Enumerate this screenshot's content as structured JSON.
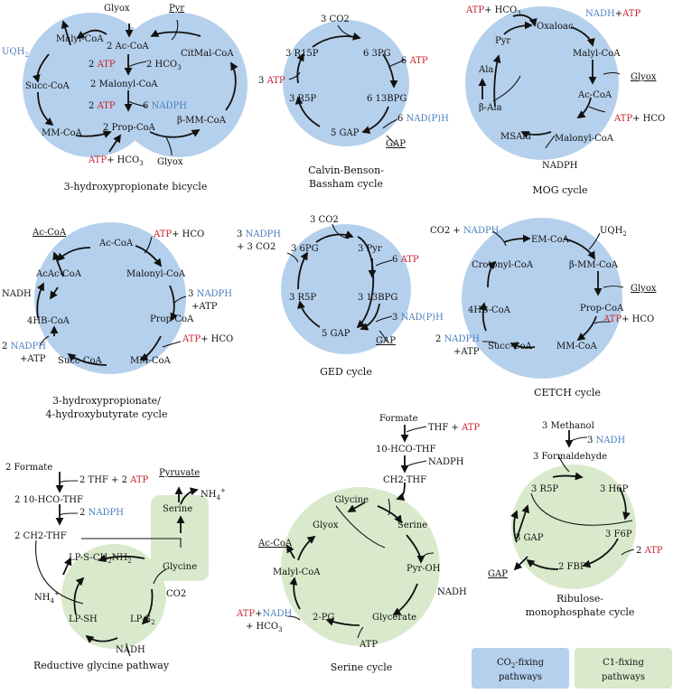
{
  "colors": {
    "co2": "#b5d0ec",
    "c1": "#d9eacc",
    "blue": "#4a7fbf",
    "red": "#c8202a"
  },
  "hp": {
    "title": "3-hydroxypropionate bicycle",
    "glyox_top": "Glyox",
    "pyr": "Pyr",
    "uqh": "UQH",
    "uqh_sub": "2",
    "malyl": "Malyl-CoA",
    "acoa": "2 Ac-CoA",
    "citmal": "CitMal-CoA",
    "atp1": "ATP",
    "n2": "2",
    "hco3_1": "2 HCO",
    "hco3_sub": "3",
    "succ": "Succ-CoA",
    "malonyl": "2 Malonyl-CoA",
    "atp2": "ATP",
    "n6": "6",
    "nadph": "NADPH",
    "mm": "MM-CoA",
    "prop": "2 Prop-CoA",
    "bmm": "β-MM-CoA",
    "atp3": "ATP",
    "hco3_2": "+ HCO",
    "glyox_bot": "Glyox"
  },
  "cbb": {
    "title1": "Calvin-Benson-",
    "title2": "Bassham cycle",
    "co2": "3 CO2",
    "r15p": "3 R15P",
    "pg3": "6 3PG",
    "n3": "3",
    "atp_l": "ATP",
    "n6a": "6",
    "atp_r": "ATP",
    "r5p": "3 R5P",
    "bpg": "6 13BPG",
    "n6b": "6",
    "nadph": "NAD(P)H",
    "gap5": "5 GAP",
    "gap": "GAP"
  },
  "mog": {
    "title": "MOG cycle",
    "atp1": "ATP",
    "hco3": "+ HCO",
    "oxaloac": "Oxaloac",
    "nadh": "NADH",
    "plus": "+",
    "atp2": "ATP",
    "pyr": "Pyr",
    "malyl": "Malyl-CoA",
    "ala": "Ala",
    "glyox": "Glyox",
    "bala": "β-Ala",
    "accoa": "Ac-CoA",
    "atp3": "ATP",
    "hco3_2": "+ HCO",
    "msald": "MSAld",
    "malonyl": "Malonyl-CoA",
    "nadph": "NADPH"
  },
  "hphb": {
    "title1": "3-hydroxypropionate/",
    "title2": "4-hydroxybutyrate cycle",
    "accoa_out": "Ac-CoA",
    "accoa": "Ac-CoA",
    "atp1": "ATP",
    "hco3_1": "+ HCO",
    "acac": "AcAc-CoA",
    "malonyl": "Malonyl-CoA",
    "nadh": "NADH",
    "n3": "3",
    "nadph1": "NADPH",
    "atp2": "+ATP",
    "hb": "4HB-CoA",
    "prop": "Prop-CoA",
    "n2": "2",
    "nadph2": "NADPH",
    "atp3": "+ATP",
    "atp4": "ATP",
    "hco3_2": "+ HCO",
    "succ": "Succ-CoA",
    "mm": "MM-CoA"
  },
  "ged": {
    "title": "GED cycle",
    "co2": "3 CO2",
    "n3": "3",
    "nadph": "NADPH",
    "co2b": "+ 3 CO2",
    "pg6": "3 6PG",
    "pyr": "3 Pyr",
    "n6": "6",
    "atp": "ATP",
    "r5p": "3 R5P",
    "bpg": "3 13BPG",
    "n3b": "3",
    "nadph2": "NAD(P)H",
    "gap5": "5 GAP",
    "gap": "GAP"
  },
  "cetch": {
    "title": "CETCH cycle",
    "co2": "CO2 +",
    "nadph1": "NADPH",
    "emcoa": "EM-CoA",
    "uqh": "UQH",
    "uqh_sub": "2",
    "crot": "Crotonyl-CoA",
    "bmm": "β-MM-CoA",
    "glyox": "Glyox",
    "hb": "4HB-CoA",
    "prop": "Prop-CoA",
    "atp1": "ATP",
    "hco3": "+ HCO",
    "n2": "2",
    "nadph2": "NADPH",
    "atp2": "+ATP",
    "succ": "Succ-CoA",
    "mm": "MM-CoA"
  },
  "rgp": {
    "title": "Reductive glycine pathway",
    "formate": "2 Formate",
    "thf": "2 THF + 2",
    "atp": "ATP",
    "pyruvate": "Pyruvate",
    "nh4": "NH",
    "hcothf": "2 10-HCO-THF",
    "n2": "2",
    "nadph": "NADPH",
    "serine": "Serine",
    "ch2thf": "2 CH2-THF",
    "lps": "LP-S-CH",
    "lps_sub1": "2",
    "lps_nh": "NH",
    "lps_sub2": "2",
    "glycine": "Glycine",
    "nh4b": "NH",
    "co2": "CO2",
    "lpsh": "LP-SH",
    "lps2": "LP-S",
    "lps2_sub": "2",
    "nadh": "NADH"
  },
  "ser": {
    "title": "Serine cycle",
    "formate": "Formate",
    "thf": "THF +",
    "atp1": "ATP",
    "hcothf": "10-HCO-THF",
    "nadph": "NADPH",
    "ch2thf": "CH2-THF",
    "glycine": "Glycine",
    "serine": "Serine",
    "glyox": "Glyox",
    "accoa": "Ac-CoA",
    "malyl": "Malyl-CoA",
    "pyroh": "Pyr-OH",
    "nadh1": "NADH",
    "atp2": "ATP",
    "plus": "+",
    "nadh2": "NADH",
    "hco3": "+ HCO",
    "pg2": "2-PG",
    "glycerate": "Glycerate",
    "atp3": "ATP"
  },
  "rump": {
    "title1": "Ribulose-",
    "title2": "monophosphate cycle",
    "methanol": "3 Methanol",
    "n3": "3",
    "nadh": "NADH",
    "formald": "3 Formaldehyde",
    "r5p": "3 R5P",
    "h6p": "3 H6P",
    "gap3": "3 GAP",
    "f6p": "3 F6P",
    "n2": "2",
    "atp": "ATP",
    "gap": "GAP",
    "fbp": "2 FBP"
  },
  "legend": {
    "co2_label": "CO",
    "co2_sub": "2",
    "co2_rest": "-fixing",
    "co2_line2": "pathways",
    "c1_label": "C1-fixing",
    "c1_line2": "pathways"
  }
}
